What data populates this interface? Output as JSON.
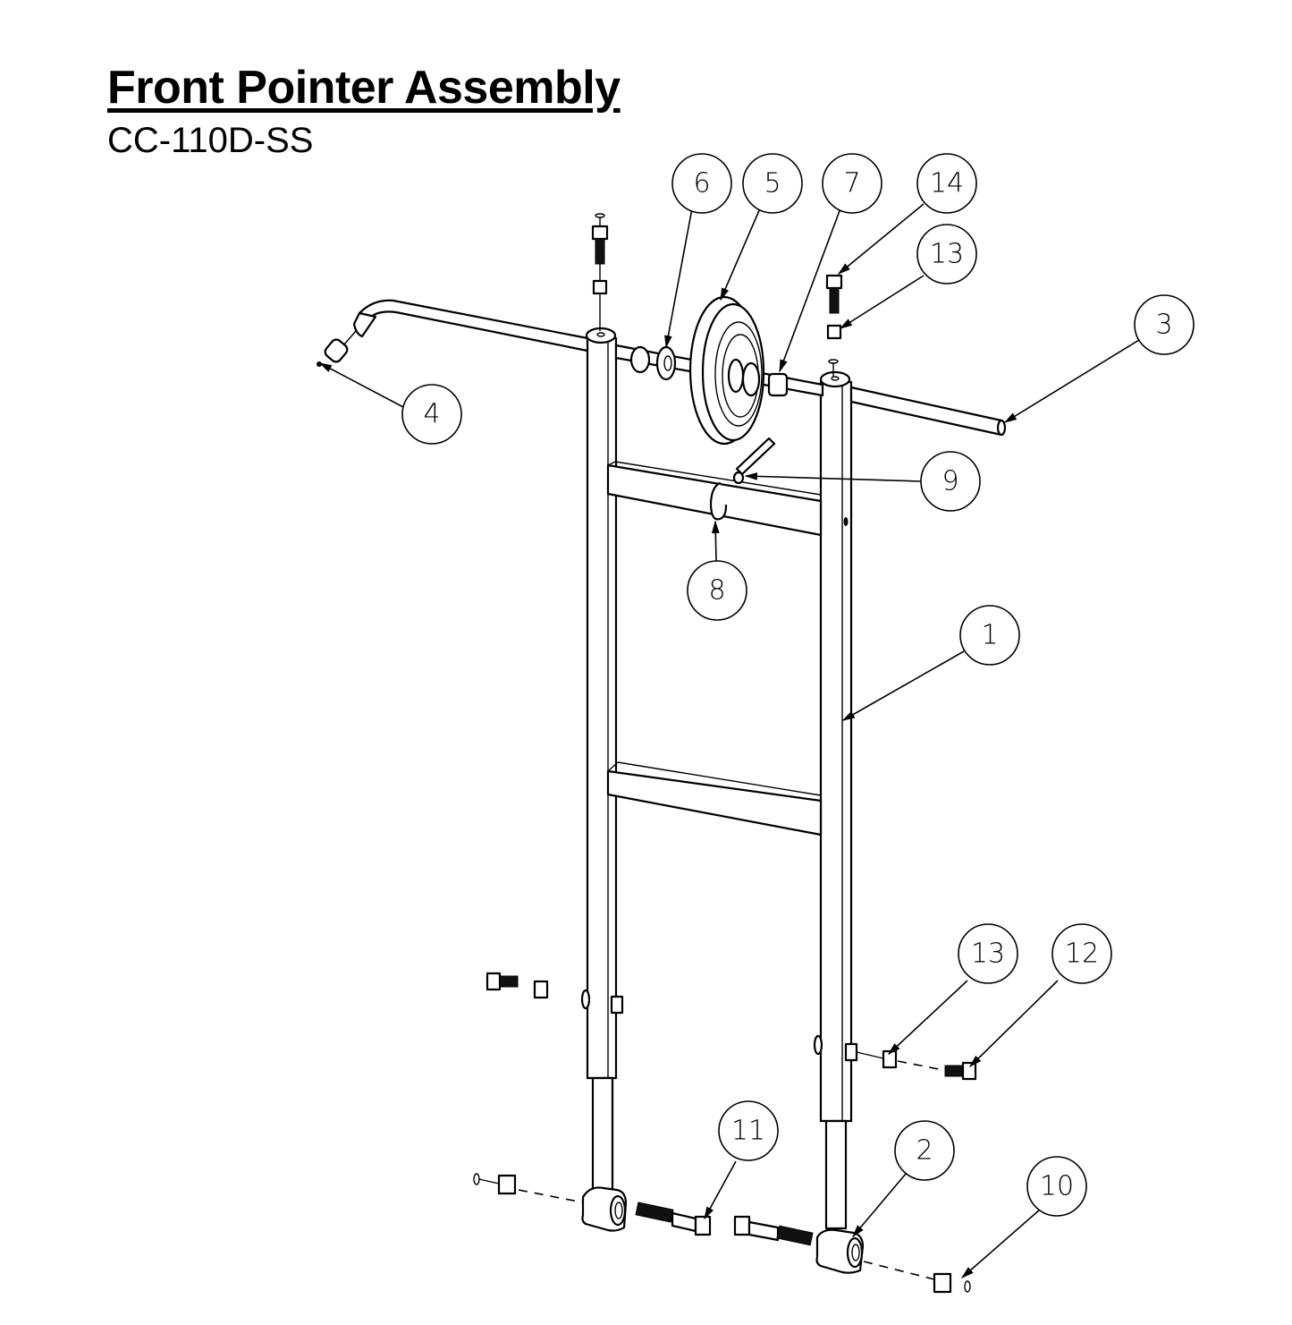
{
  "document": {
    "title": "Front Pointer Assembly",
    "part_number": "CC-110D-SS"
  },
  "balloons": [
    {
      "id": "b6",
      "label": "6",
      "part": "spacer washer (left of wheel)"
    },
    {
      "id": "b5",
      "label": "5",
      "part": "wheel"
    },
    {
      "id": "b7",
      "label": "7",
      "part": "spacer collar (right of wheel)"
    },
    {
      "id": "b14",
      "label": "14",
      "part": "hex bolt (top)"
    },
    {
      "id": "b13a",
      "label": "13",
      "part": "hex nut (top)"
    },
    {
      "id": "b3",
      "label": "3",
      "part": "pointer rod"
    },
    {
      "id": "b4",
      "label": "4",
      "part": "pointer tip"
    },
    {
      "id": "b9",
      "label": "9",
      "part": "pin"
    },
    {
      "id": "b8",
      "label": "8",
      "part": "ring"
    },
    {
      "id": "b1",
      "label": "1",
      "part": "frame"
    },
    {
      "id": "b13b",
      "label": "13",
      "part": "hex nut (side)"
    },
    {
      "id": "b12",
      "label": "12",
      "part": "hex bolt (side)"
    },
    {
      "id": "b11",
      "label": "11",
      "part": "long bolt (foot)"
    },
    {
      "id": "b2",
      "label": "2",
      "part": "leg extension"
    },
    {
      "id": "b10",
      "label": "10",
      "part": "lock nut (foot)"
    }
  ]
}
